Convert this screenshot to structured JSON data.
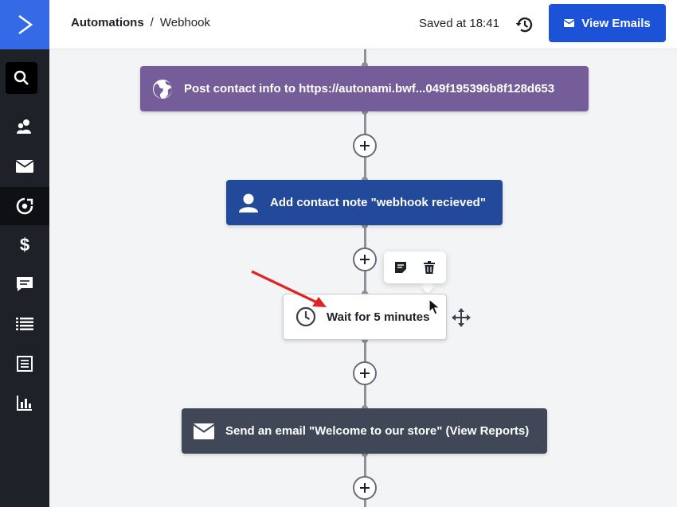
{
  "app": {
    "logo_icon": "chevron-right-logo",
    "brand_color": "#356ae6"
  },
  "sidebar": {
    "items": [
      {
        "name": "search",
        "icon": "search-icon"
      },
      {
        "name": "contacts",
        "icon": "contacts-icon"
      },
      {
        "name": "campaigns",
        "icon": "mail-icon"
      },
      {
        "name": "automations",
        "icon": "automation-icon",
        "active": true
      },
      {
        "name": "deals",
        "icon": "dollar-icon"
      },
      {
        "name": "conversations",
        "icon": "chat-icon"
      },
      {
        "name": "lists",
        "icon": "list-icon"
      },
      {
        "name": "forms",
        "icon": "forms-icon"
      },
      {
        "name": "reports",
        "icon": "bar-chart-icon"
      }
    ]
  },
  "header": {
    "breadcrumb_root": "Automations",
    "breadcrumb_separator": "/",
    "breadcrumb_current": "Webhook",
    "saved_text": "Saved at 18:41",
    "history_icon": "history-icon",
    "view_emails_label": "View Emails",
    "view_emails_icon": "mail-icon",
    "view_emails_color": "#1b52d8"
  },
  "flow": {
    "nodes": [
      {
        "name": "webhook",
        "label": "Post contact info to https://autonami.bwf...049f195396b8f128d653",
        "icon": "globe-icon",
        "color": "#745d98"
      },
      {
        "name": "note",
        "label": "Add contact note \"webhook recieved\"",
        "icon": "user-icon",
        "color": "#23499a"
      },
      {
        "name": "wait",
        "label": "Wait for 5 minutes",
        "icon": "clock-icon",
        "color": "#ffffff"
      },
      {
        "name": "email",
        "label": "Send an email \"Welcome to our store\" (View Reports)",
        "icon": "mail-icon",
        "color": "#404756"
      }
    ],
    "add_step_icon": "plus-icon",
    "toolbar": {
      "note_icon": "note-icon",
      "delete_icon": "trash-icon"
    },
    "move_icon": "move-icon",
    "annotation_color": "#e02424"
  }
}
